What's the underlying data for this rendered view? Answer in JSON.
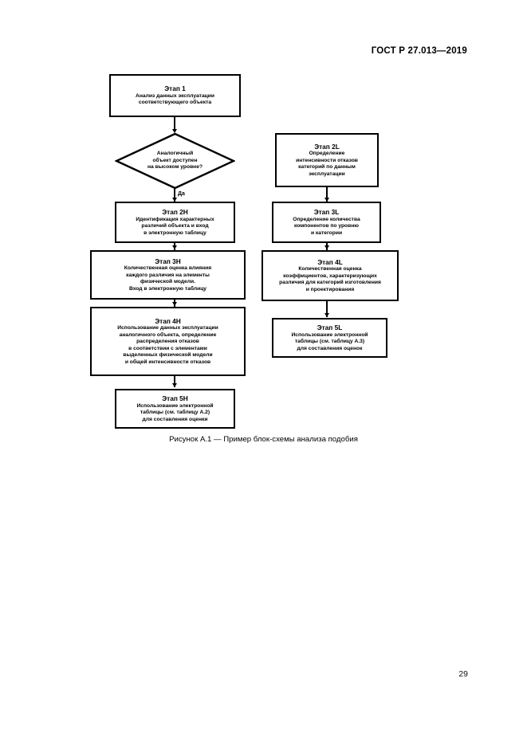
{
  "document": {
    "running_head": "ГОСТ Р 27.013—2019",
    "page_number": "29",
    "figure_caption": "Рисунок А.1 — Пример блок-схемы анализа подобия"
  },
  "flowchart": {
    "branch_label_yes": "Да",
    "decision": {
      "lines": [
        "Аналогичный",
        "объект доступен",
        "на высоком уровне?"
      ]
    },
    "nodes": {
      "step1": {
        "title": "Этап 1",
        "lines": [
          "Анализ данных эксплуатации",
          "соответствующего объекта"
        ]
      },
      "step2h": {
        "title": "Этап 2Н",
        "lines": [
          "Идентификация характерных",
          "различий объекта и вход",
          "в электронную таблицу"
        ]
      },
      "step3h": {
        "title": "Этап 3Н",
        "lines": [
          "Количественная оценка влияния",
          "каждого различия на элементы",
          "физической модели.",
          "Вход в электронную таблицу"
        ]
      },
      "step4h": {
        "title": "Этап 4Н",
        "lines": [
          "Использование данных эксплуатации",
          "аналогичного объекта, определение",
          "распределения отказов",
          "в соответствии с элементами",
          "выделенных физической модели",
          "и общей интенсивности отказов"
        ]
      },
      "step5h": {
        "title": "Этап 5Н",
        "lines": [
          "Использование электронной",
          "таблицы (см. таблицу А.2)",
          "для составления оценки"
        ]
      },
      "step2l": {
        "title": "Этап 2L",
        "lines": [
          "Определение",
          "интенсивности отказов",
          "категорий по данным",
          "эксплуатации"
        ]
      },
      "step3l": {
        "title": "Этап 3L",
        "lines": [
          "Определение количества",
          "компонентов по уровню",
          "и категории"
        ]
      },
      "step4l": {
        "title": "Этап 4L",
        "lines": [
          "Количественная оценка",
          "коэффициентов, характеризующих",
          "различия для категорий изготовления",
          "и проектирования"
        ]
      },
      "step5l": {
        "title": "Этап 5L",
        "lines": [
          "Использование электронной",
          "таблицы (см. таблицу А.3)",
          "для составления оценок"
        ]
      }
    }
  }
}
